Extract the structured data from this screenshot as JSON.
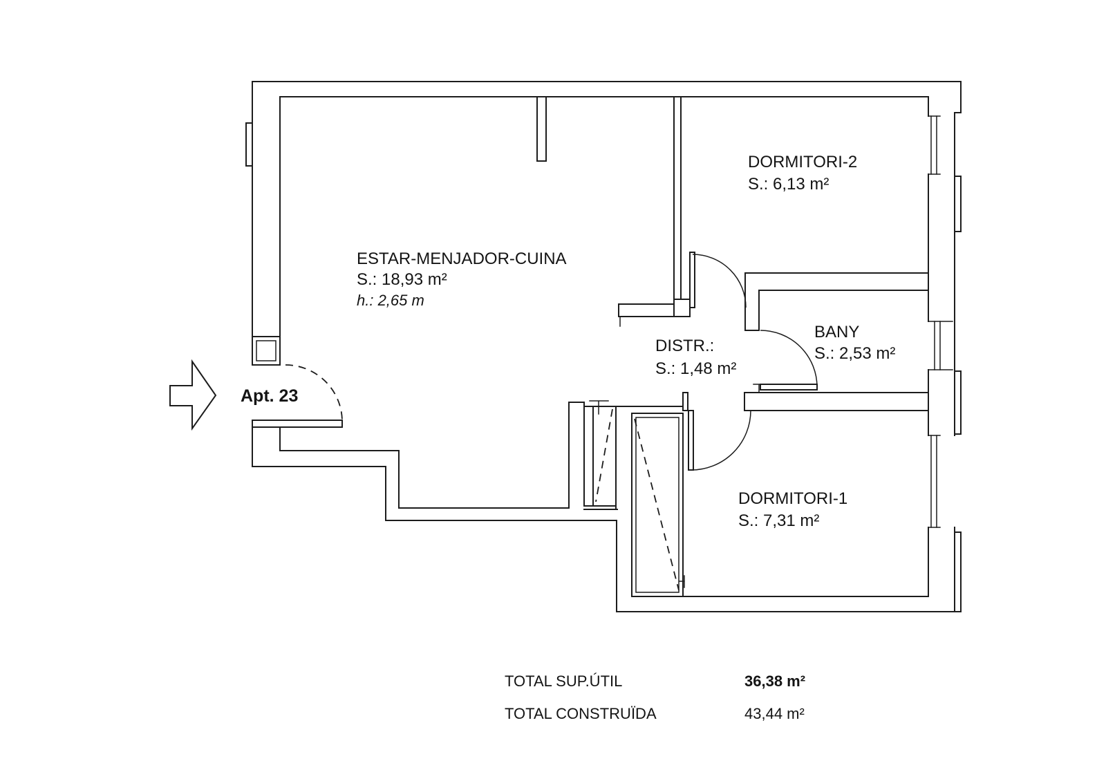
{
  "plan": {
    "entrance_label": "Apt. 23",
    "rooms": [
      {
        "name": "ESTAR-MENJADOR-CUINA",
        "area": "S.: 18,93 m²",
        "height": "h.: 2,65 m"
      },
      {
        "name": "DORMITORI-2",
        "area": "S.: 6,13 m²"
      },
      {
        "name": "BANY",
        "area": "S.: 2,53 m²"
      },
      {
        "name": "DISTR.:",
        "area": "S.: 1,48 m²"
      },
      {
        "name": "DORMITORI-1",
        "area": "S.: 7,31 m²"
      }
    ],
    "totals": [
      {
        "label": "TOTAL SUP.ÚTIL",
        "value": "36,38 m²"
      },
      {
        "label": "TOTAL CONSTRUÏDA",
        "value": "43,44 m²"
      }
    ],
    "colors": {
      "line": "#1c1c1c",
      "background": "#ffffff"
    }
  }
}
